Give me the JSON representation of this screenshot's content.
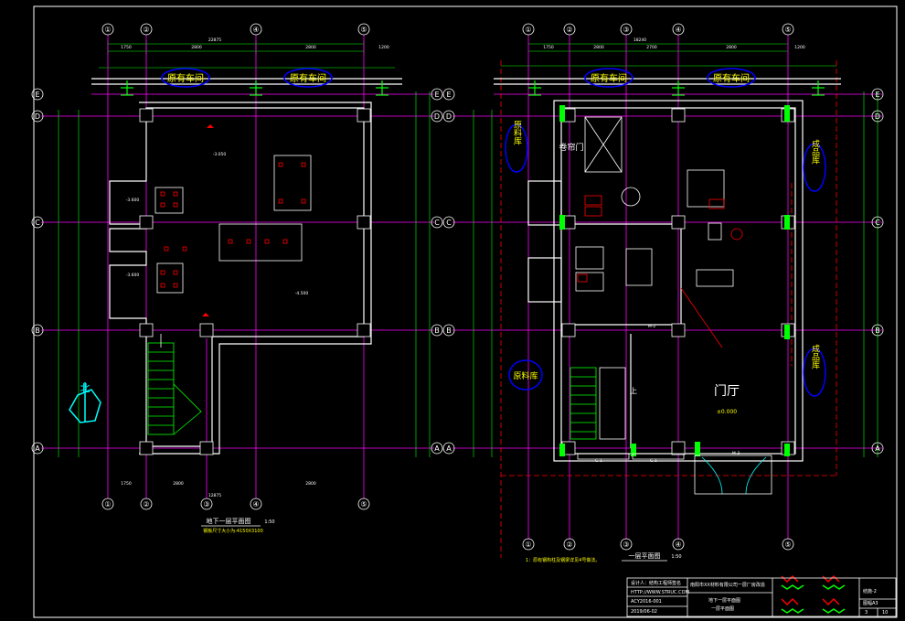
{
  "grid_left": {
    "top_numbers": [
      "①",
      "②",
      "④",
      "⑤"
    ],
    "bottom_numbers": [
      "①",
      "②",
      "③",
      "④",
      "⑤"
    ],
    "row_letters": [
      "E",
      "D",
      "C",
      "B",
      "A"
    ],
    "room_labels": [
      "原有车间",
      "原有车间"
    ],
    "drawing_title": "地下一层平面图",
    "drawing_scale": "1:50",
    "drawing_subtitle": "钢板尺寸大小为:4150X3100",
    "dims_top": [
      "1750",
      "2800",
      "22875",
      "2800",
      "1200"
    ],
    "dims_bottom": [
      "1750",
      "2800",
      "12875",
      "2800"
    ],
    "levels": [
      "-3.050",
      "-3.600",
      "-3.600",
      "-4.500"
    ]
  },
  "grid_right": {
    "top_numbers": [
      "①",
      "②",
      "③",
      "④",
      "⑤"
    ],
    "bottom_numbers": [
      "①",
      "②",
      "③",
      "④",
      "⑤"
    ],
    "row_letters": [
      "E",
      "D",
      "C",
      "B",
      "A"
    ],
    "room_labels": [
      "原有车间",
      "原有车间",
      "原料库",
      "原料库",
      "门厅",
      "原料库",
      "成品库",
      "成品库"
    ],
    "door_label": "卷帘门",
    "drawing_title": "一层平面图",
    "drawing_scale": "1:50",
    "note": "1：原有钢构柱及钢梁详见4号做法。",
    "dims_top": [
      "18240",
      "1750",
      "2800",
      "2700",
      "2800",
      "1200"
    ],
    "door_tags": [
      "C-1",
      "C-1",
      "M-2",
      "M-3"
    ],
    "stair_up": "上",
    "level_hall": "±0.000"
  },
  "north_arrow": {
    "label": "北"
  },
  "title_block": {
    "designer": "设计人：结构工程师签名",
    "url": "HTTP://WWW.STRUC.COM",
    "code": "ACY2016-001",
    "date": "2019/06-02",
    "company": "南阳市XX材料有限公司一层厂房改造",
    "drawing_name_1": "地下一层平面图",
    "drawing_name_2": "一层平面图",
    "sheet_label": "结施-2",
    "sheet_sub": "图幅A3",
    "page": "3",
    "total": "10"
  },
  "colors": {
    "background": "#000000",
    "frame": "#ffffff",
    "grid_axis": "#ff00ff",
    "wall": "#ffffff",
    "dimension": "#00ff00",
    "text_yellow": "#ffff00",
    "room_ellipse": "#0000ff",
    "column": "#ffffff",
    "red_detail": "#ff0000",
    "cyan": "#00ffff"
  }
}
